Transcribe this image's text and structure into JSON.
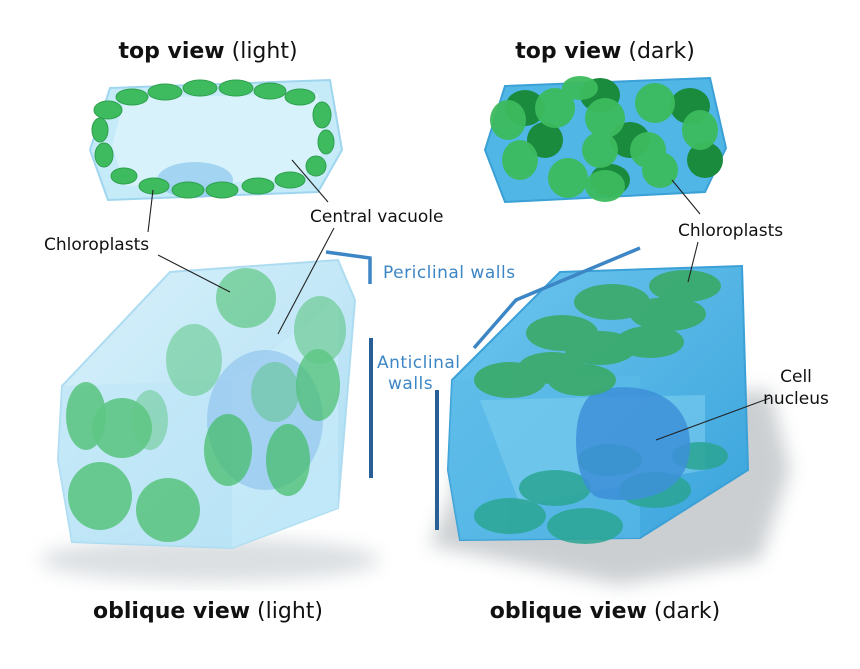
{
  "titles": {
    "top_light": {
      "bold": "top view",
      "rest": " (light)"
    },
    "top_dark": {
      "bold": "top view",
      "rest": " (dark)"
    },
    "oblique_light": {
      "bold": "oblique view",
      "rest": " (light)"
    },
    "oblique_dark": {
      "bold": "oblique view",
      "rest": " (dark)"
    }
  },
  "labels": {
    "chloroplasts_left": "Chloroplasts",
    "chloroplasts_right": "Chloroplasts",
    "central_vacuole": "Central vacuole",
    "periclinal_walls": "Periclinal walls",
    "anticlinal_line1": "Anticlinal",
    "anticlinal_line2": "walls",
    "cell_line1": "Cell",
    "cell_line2": "nucleus"
  },
  "colors": {
    "cell_light": "#bfe6f7",
    "cell_dark": "#4fb6e6",
    "chloroplast": "#3dbb5e",
    "chloroplast_dark": "#1a8a3c",
    "nucleus": "#5aa6e0",
    "wall_line": "#3d86c6"
  }
}
